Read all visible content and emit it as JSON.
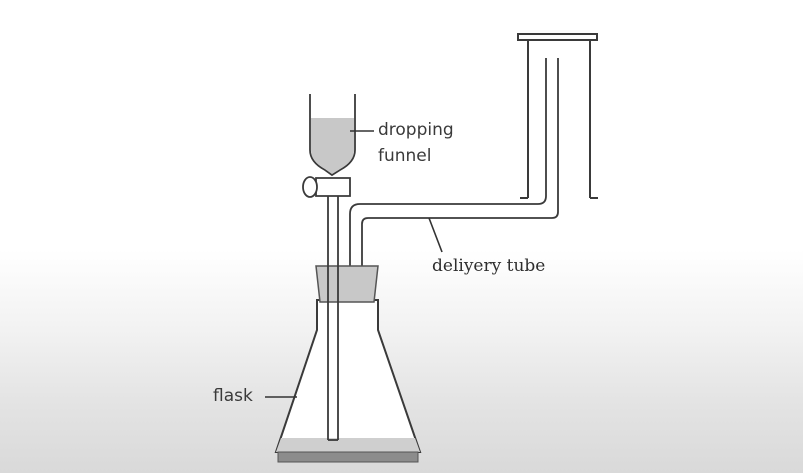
{
  "labels": {
    "dropping_line1": "dropping",
    "dropping_line2": "funnel",
    "delivery_tube": "deliyery tube",
    "flask": "flask"
  }
}
